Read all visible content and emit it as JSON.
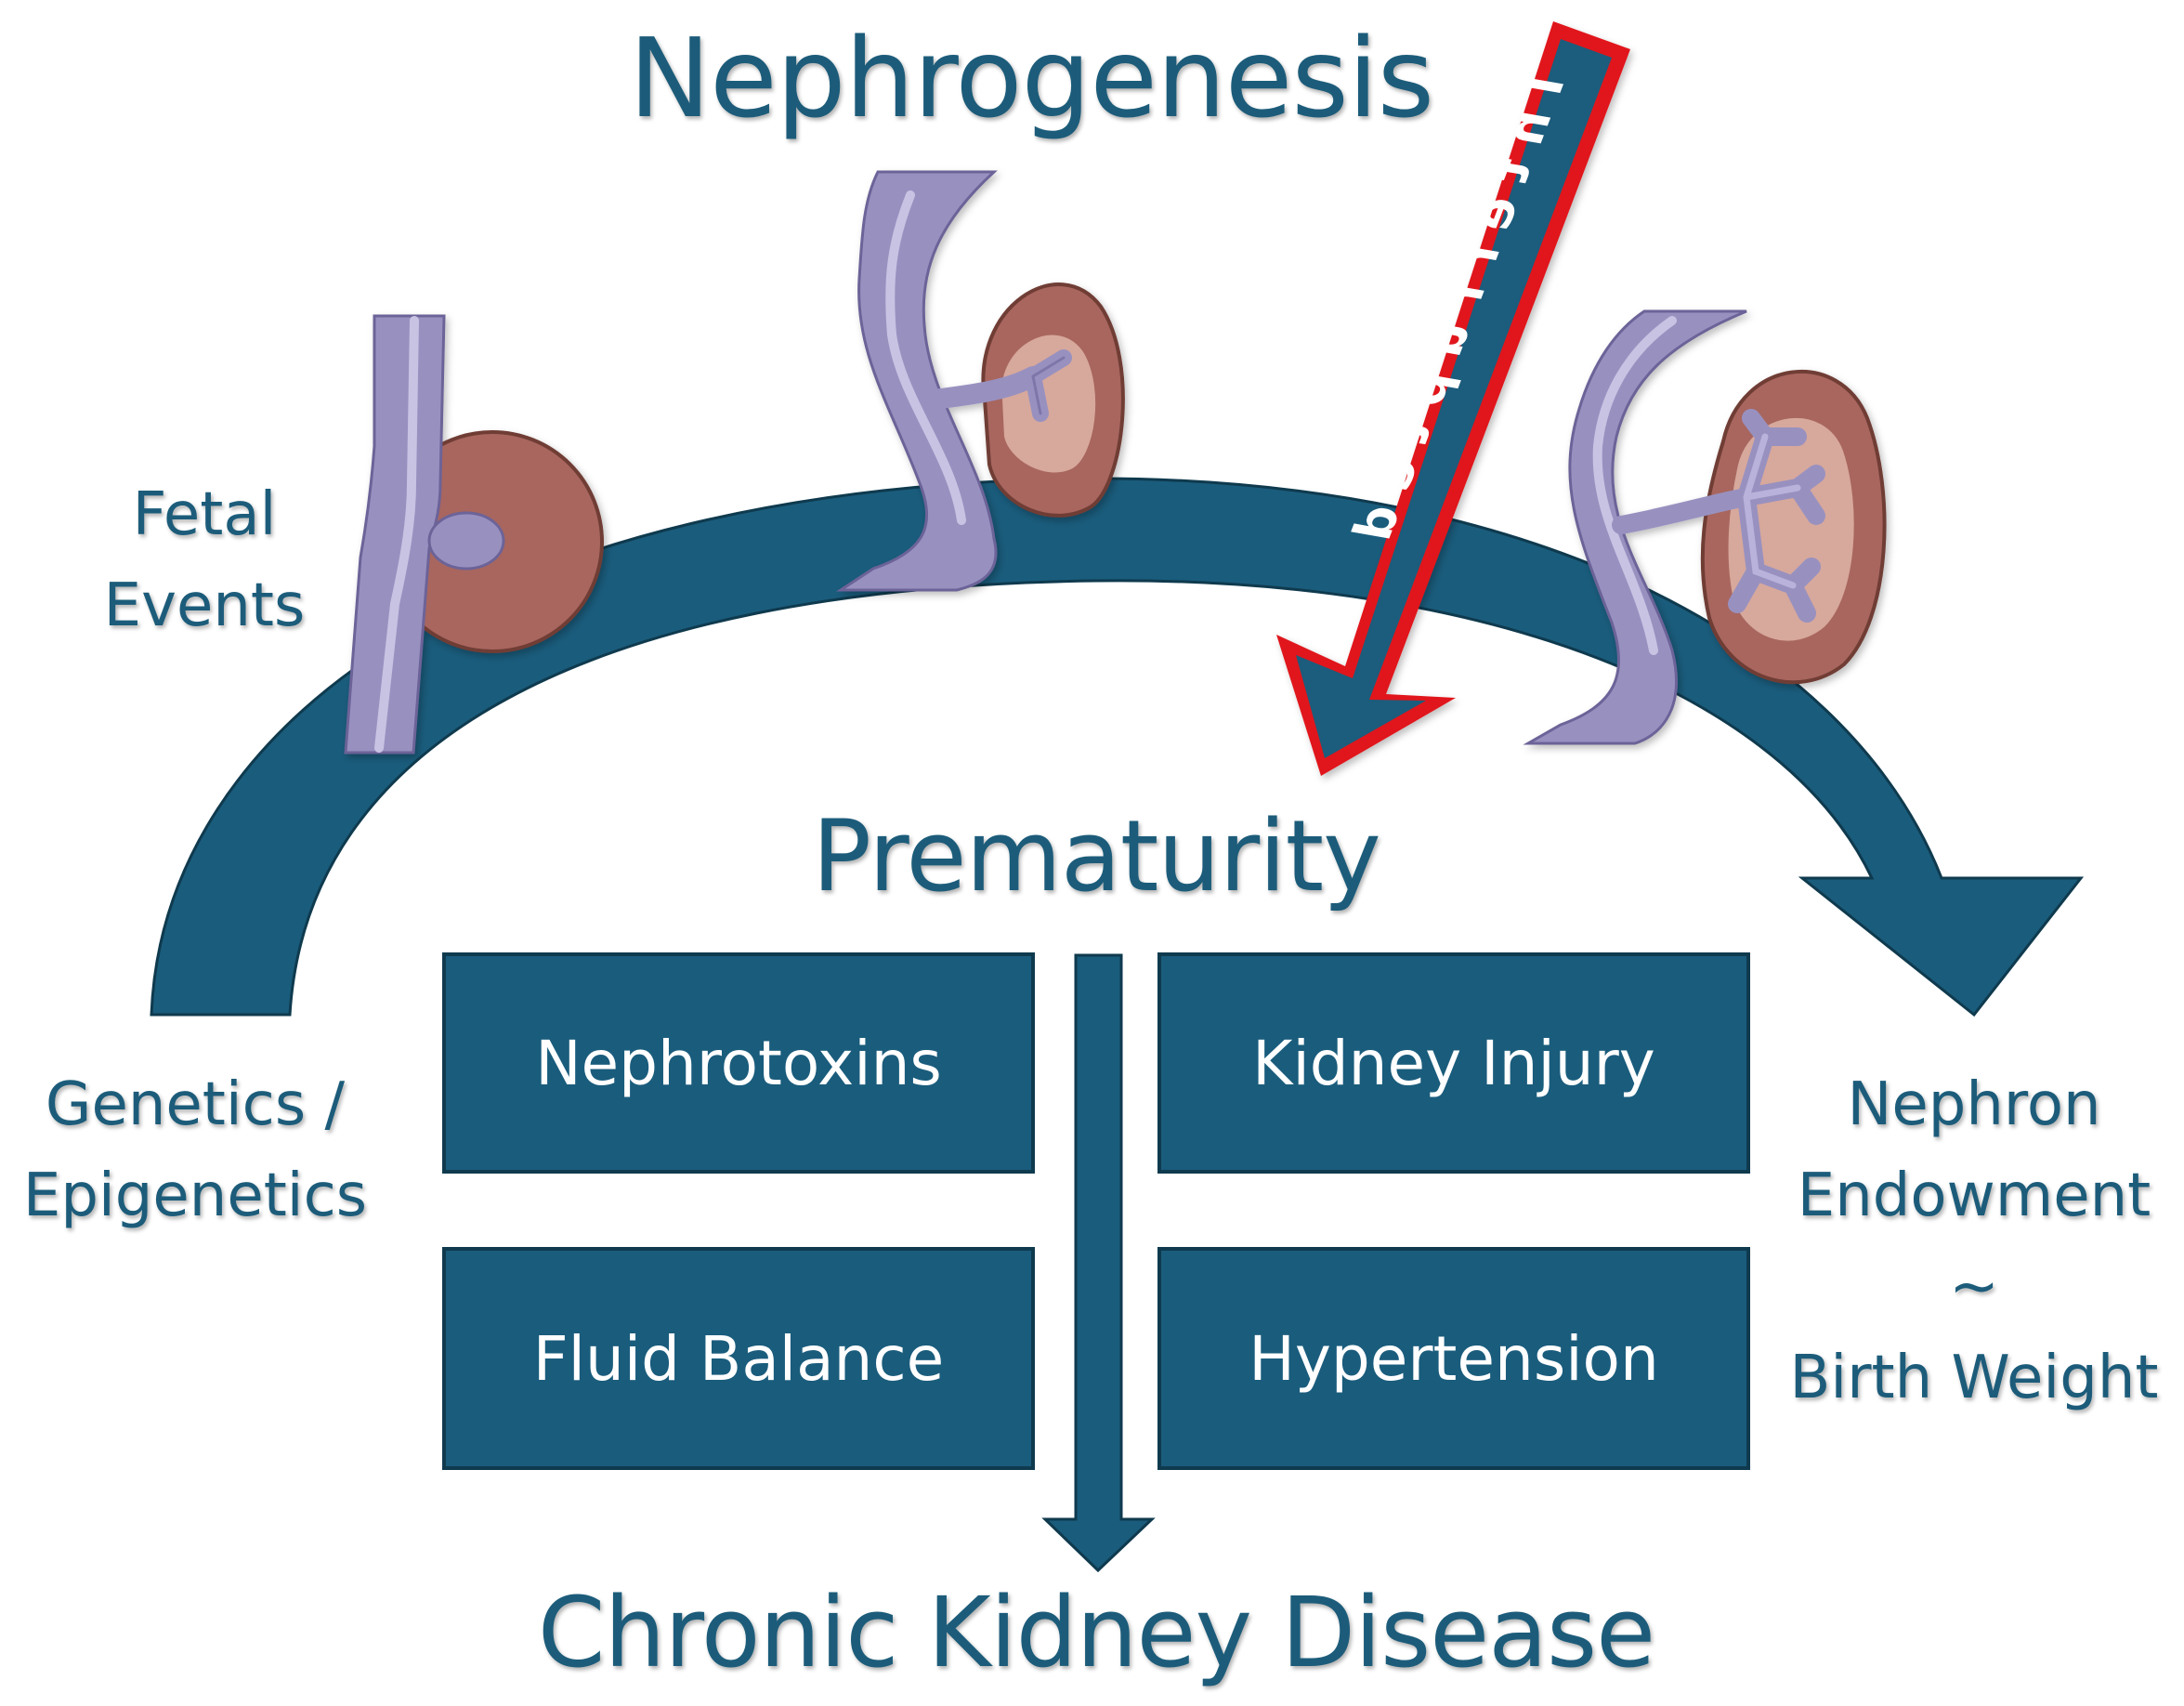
{
  "title": "Nephrogenesis",
  "interrupted_label": "Interrupted",
  "center_label": "Prematurity",
  "left_top_label": [
    "Fetal",
    "Events"
  ],
  "left_bottom_label": [
    "Genetics /",
    "Epigenetics"
  ],
  "right_label": [
    "Nephron",
    "Endowment",
    "~",
    "Birth Weight"
  ],
  "factors": [
    "Nephrotoxins",
    "Kidney Injury",
    "Fluid Balance",
    "Hypertension"
  ],
  "outcome_label": "Chronic Kidney Disease",
  "colors": {
    "text": "#1c5c7a",
    "arc": "#1a5c7c",
    "box_fill": "#1a5c7c",
    "ureter": "#9891c0",
    "kidney": "#a8665e",
    "kidney_inner": "#d7a89c",
    "interrupted_border": "#e0181c"
  },
  "icons": [
    "kidney-stage-1-icon",
    "kidney-stage-2-icon",
    "kidney-stage-3-icon",
    "interrupted-arrow-icon",
    "down-arrow-icon",
    "curved-arrow-icon"
  ]
}
